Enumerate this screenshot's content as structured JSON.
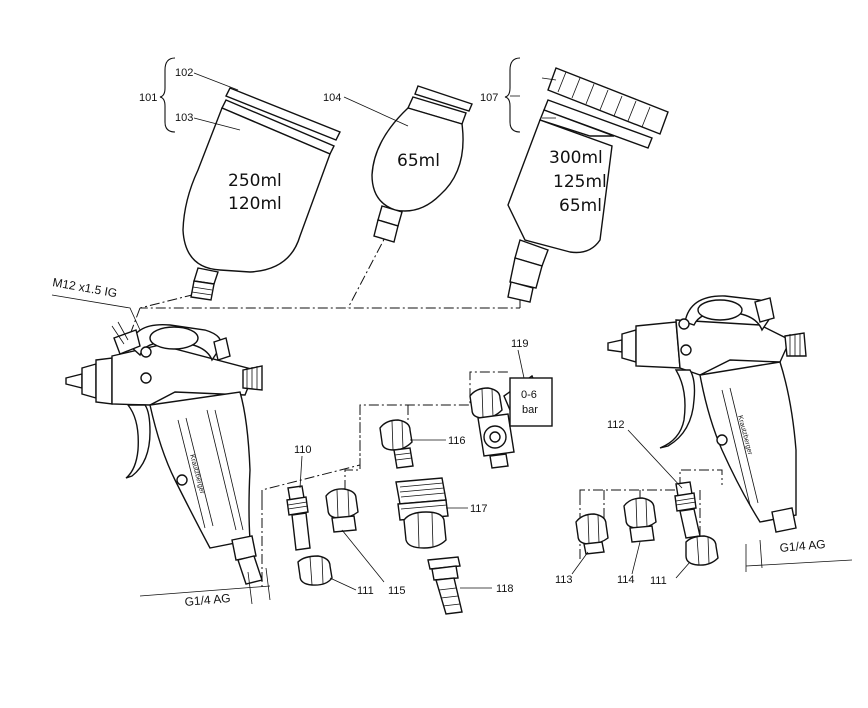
{
  "callouts": {
    "c101": "101",
    "c102": "102",
    "c103": "103",
    "c104": "104",
    "c107": "107",
    "c110": "110",
    "c111a": "111",
    "c111b": "111",
    "c112": "112",
    "c113": "113",
    "c114": "114",
    "c115": "115",
    "c116": "116",
    "c117": "117",
    "c118": "118",
    "c119": "119"
  },
  "cups": {
    "cup250_line1": "250ml",
    "cup250_line2": "120ml",
    "cup65": "65ml",
    "cup300_line1": "300ml",
    "cup300_line2": "125ml",
    "cup300_line3": "65ml"
  },
  "regulator": {
    "line1": "0-6",
    "line2": "bar"
  },
  "dimensions": {
    "thread_top": "M12 x1.5 IG",
    "inlet_left": "G1/4  AG",
    "inlet_right": "G1/4  AG"
  },
  "brand_text": "Krautzberger",
  "colors": {
    "line": "#111111",
    "background": "#ffffff"
  }
}
